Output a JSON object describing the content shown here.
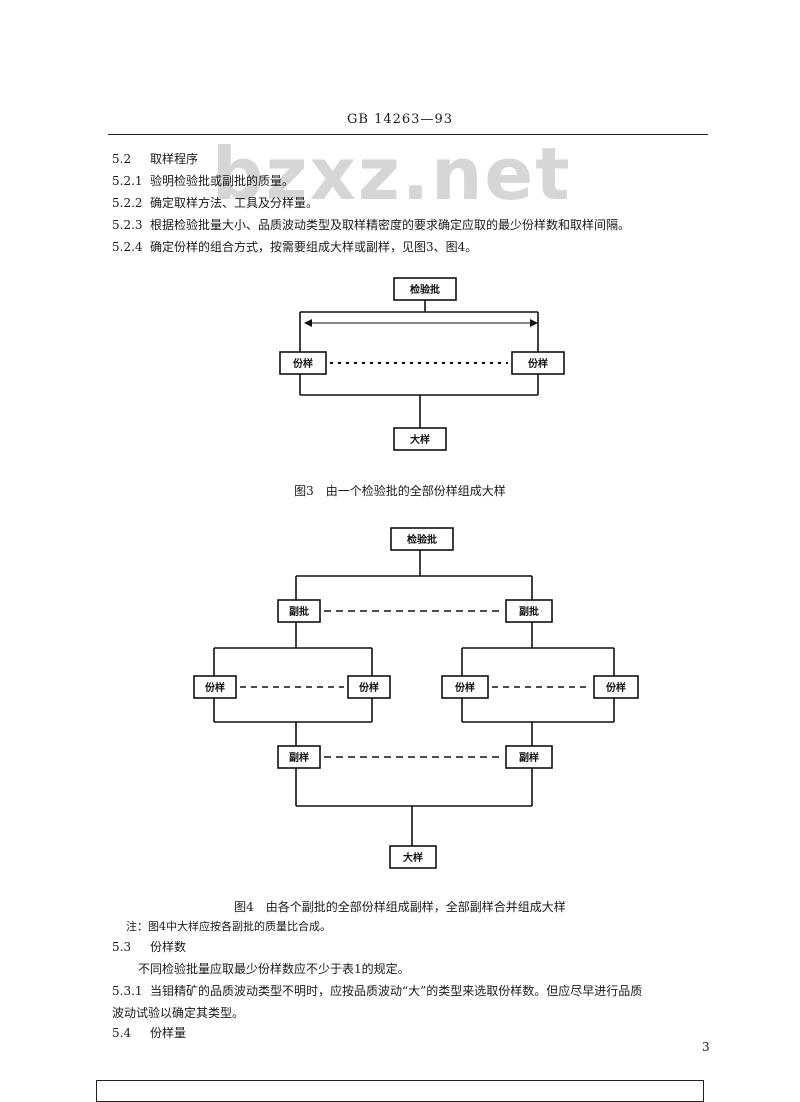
{
  "header": {
    "doc_id": "GB 14263—93"
  },
  "watermark": "bzxz.net",
  "sections": [
    {
      "num": "5.2",
      "text": "取样程序"
    },
    {
      "num": "5.2.1",
      "text": "验明检验批或副批的质量。"
    },
    {
      "num": "5.2.2",
      "text": "确定取样方法、工具及分样量。"
    },
    {
      "num": "5.2.3",
      "text": "根据检验批量大小、品质波动类型及取样精密度的要求确定应取的最少份样数和取样间隔。"
    },
    {
      "num": "5.2.4",
      "text": "确定份样的组合方式，按需要组成大样或副样，见图3、图4。"
    }
  ],
  "figure3": {
    "top": "检验批",
    "left": "份样",
    "right": "份样",
    "bottom": "大样",
    "caption": "图3　由一个检验批的全部份样组成大样"
  },
  "figure4": {
    "top": "检验批",
    "sub_lot_left": "副批",
    "sub_lot_right": "副批",
    "inc_ll": "份样",
    "inc_lr": "份样",
    "inc_rl": "份样",
    "inc_rr": "份样",
    "sub_sample_left": "副样",
    "sub_sample_right": "副样",
    "bottom": "大样",
    "caption": "图4　由各个副批的全部份样组成副样，全部副样合并组成大样",
    "note": "注：图4中大样应按各副批的质量比合成。"
  },
  "section53": {
    "num": "5.3",
    "title": "份样数",
    "body": "不同检验批量应取最少份样数应不少于表1的规定。"
  },
  "section531": {
    "num": "5.3.1",
    "line1": "当钼精矿的品质波动类型不明时，应按品质波动“大”的类型来选取份样数。但应尽早进行品质",
    "line2": "波动试验以确定其类型。"
  },
  "section54": {
    "num": "5.4",
    "title": "份样量"
  },
  "page_number": "3"
}
